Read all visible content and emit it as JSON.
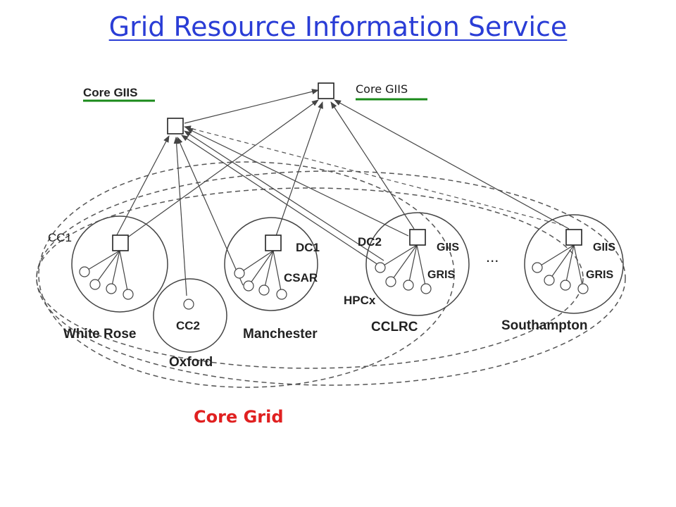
{
  "title": "Grid Resource Information Service",
  "diagram": {
    "core_giis_top_label": "Core GIIS",
    "core_giis_left_label": "Core GIIS",
    "site_labels": {
      "white_rose": "White Rose",
      "oxford": "Oxford",
      "manchester": "Manchester",
      "cclrc": "CCLRC",
      "southampton": "Southampton"
    },
    "node_labels": {
      "cc1": "CC1",
      "cc2": "CC2",
      "dc1": "DC1",
      "csar": "CSAR",
      "dc2": "DC2",
      "hpcx": "HPCx",
      "giis_cclrc": "GIIS",
      "gris_cclrc": "GRIS",
      "giis_southampton": "GIIS",
      "gris_southampton": "GRIS",
      "ellipsis": "..."
    },
    "core_grid_label": "Core Grid",
    "colors": {
      "title": "#2a3dd6",
      "underline_green": "#1a8a1a",
      "core_grid": "#e02020"
    }
  }
}
